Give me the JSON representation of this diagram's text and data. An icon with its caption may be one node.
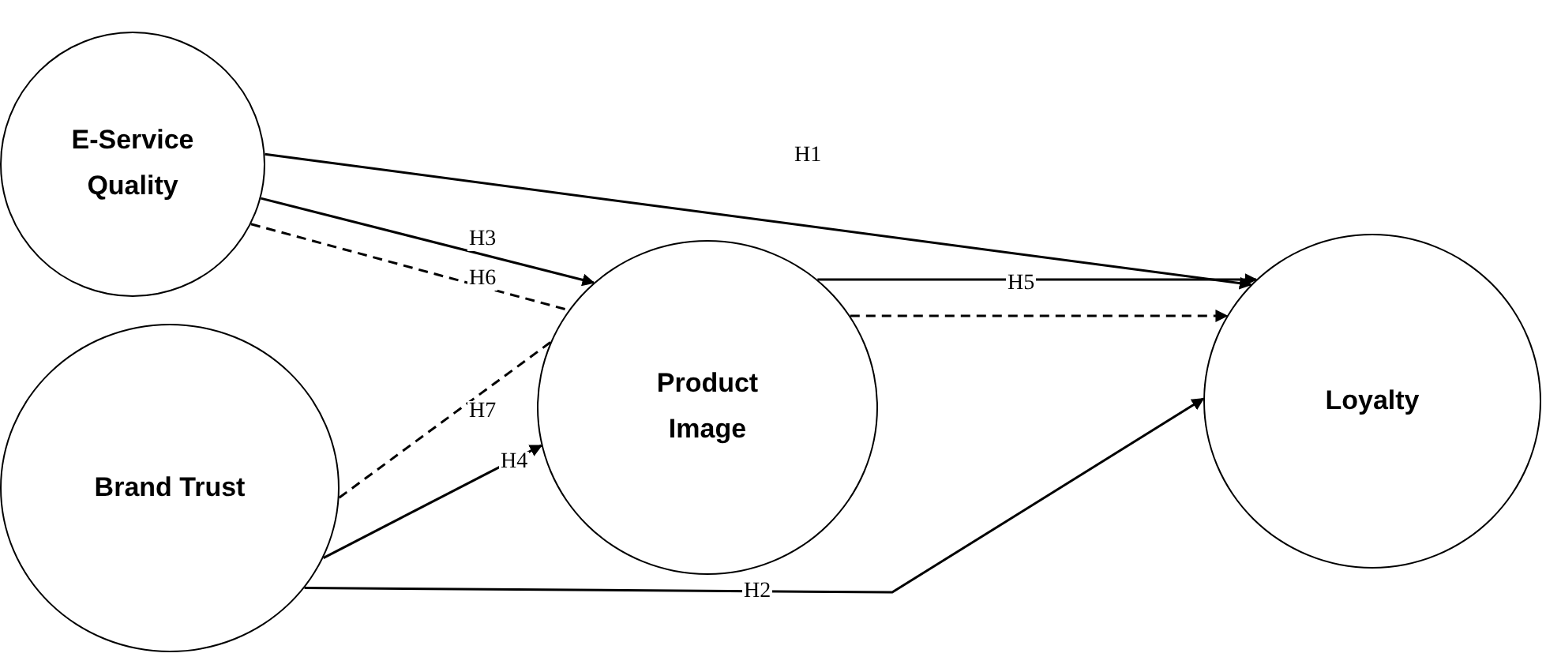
{
  "diagram": {
    "nodes": [
      {
        "text": [
          "E-Service Quality"
        ]
      },
      {
        "text": [
          "Brand Trust"
        ]
      },
      {
        "text": [
          "Product Image"
        ]
      },
      {
        "text": [
          "Loyalty"
        ]
      }
    ],
    "edges": [
      {
        "from": 0,
        "to": 3,
        "arrow": "to",
        "label": "H1"
      },
      {
        "from": 0,
        "to": 2,
        "arrow": "to",
        "label": "H3"
      },
      {
        "from": 0,
        "to": 2,
        "arrow": "none",
        "style": "dashed",
        "label": "H6"
      },
      {
        "from": 1,
        "to": 2,
        "arrow": "to",
        "label": "H4"
      },
      {
        "from": 1,
        "to": 2,
        "arrow": "none",
        "style": "dashed",
        "label": "H7"
      },
      {
        "from": 2,
        "to": 3,
        "arrow": "to",
        "label": "H5"
      },
      {
        "from": 2,
        "to": 3,
        "arrow": "to",
        "style": "dashed"
      },
      {
        "from": 1,
        "to": 3,
        "arrow": "to",
        "label": "H2"
      }
    ]
  }
}
